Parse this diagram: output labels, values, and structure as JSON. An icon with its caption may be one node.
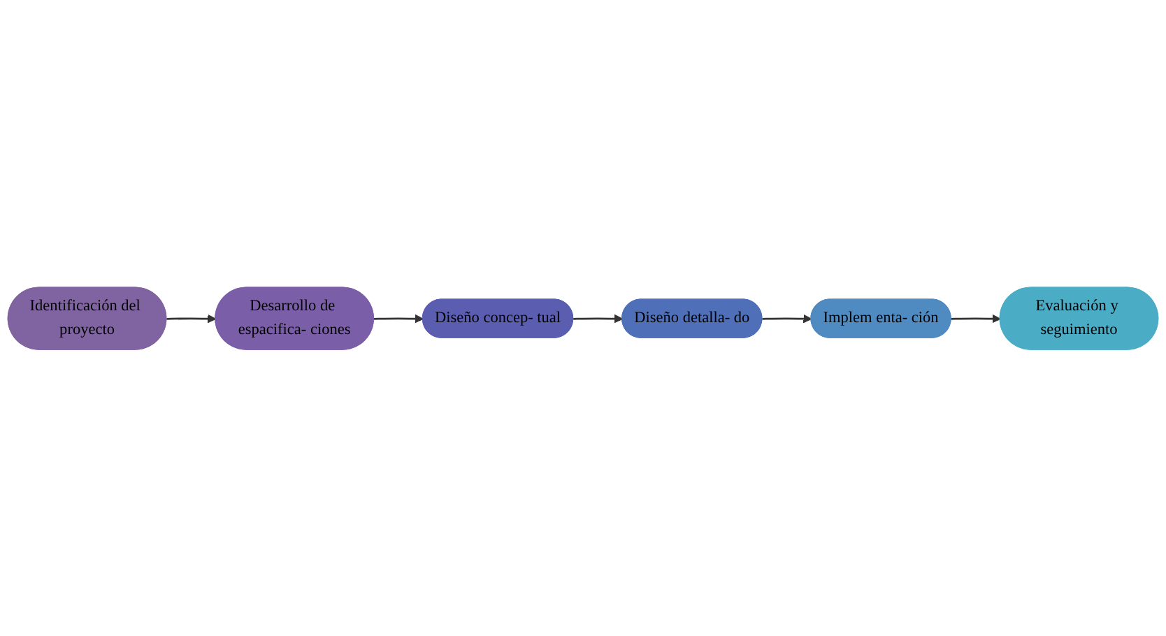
{
  "diagram": {
    "nodes": [
      {
        "text": [
          "Identificación del proyecto"
        ]
      },
      {
        "text": [
          "Desarrollo de espacifica- ciones"
        ]
      },
      {
        "text": [
          "Diseño concep- tual"
        ]
      },
      {
        "text": [
          "Diseño detalla- do"
        ]
      },
      {
        "text": [
          "Implem enta- ción"
        ]
      },
      {
        "text": [
          "Evaluación y seguimiento"
        ]
      }
    ],
    "edges": [
      {
        "from": 0,
        "to": 1,
        "arrow": "to"
      },
      {
        "from": 1,
        "to": 2,
        "arrow": "to"
      },
      {
        "from": 2,
        "to": 3,
        "arrow": "to"
      },
      {
        "from": 3,
        "to": 4,
        "arrow": "to"
      },
      {
        "from": 4,
        "to": 5,
        "arrow": "to"
      }
    ]
  }
}
